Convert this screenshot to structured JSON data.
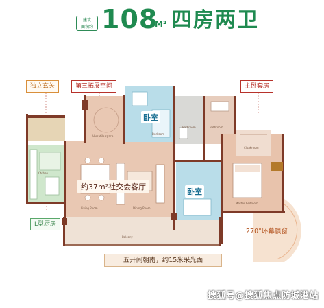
{
  "header": {
    "build_tag_line1": "建筑",
    "build_tag_line2": "面积约",
    "area_number": "108",
    "area_unit": "M²",
    "layout_title": "四房两卫"
  },
  "tags": {
    "independent_entrance": "独立玄关",
    "third_space": "第三拓展空间",
    "master_suite": "主卧套房",
    "l_kitchen": "L型厨房"
  },
  "rooms": {
    "bedroom_1": "卧室",
    "bedroom_2": "卧室",
    "living_area": "约37m²社交会客厅",
    "bay_window": "270°环幕飘窗",
    "kitchen_small": "Kitchen",
    "bedroom_small_1": "Bedroom",
    "bedroom_small_2": "Bedroom",
    "bathroom_small_1": "Bathroom",
    "bathroom_small_2": "Bathroom",
    "cloakroom_small": "Cloakroom",
    "master_small": "Master bedroom",
    "living_small": "Living Room",
    "dining_small": "Dining Room",
    "balcony_small": "Balcony",
    "multi_small": "Versatile space"
  },
  "caption": "五开间朝南，约15米采光面",
  "watermark": "搜狐号@搜狐焦点防城港站",
  "colors": {
    "brand_green": "#1f8a50",
    "wall": "#8a3d2a",
    "living_floor": "#e8c3ac",
    "bedroom_floor": "#b9dde9",
    "kitchen_floor": "#cfe7cc",
    "bay_ring": "#f4d9c3"
  }
}
